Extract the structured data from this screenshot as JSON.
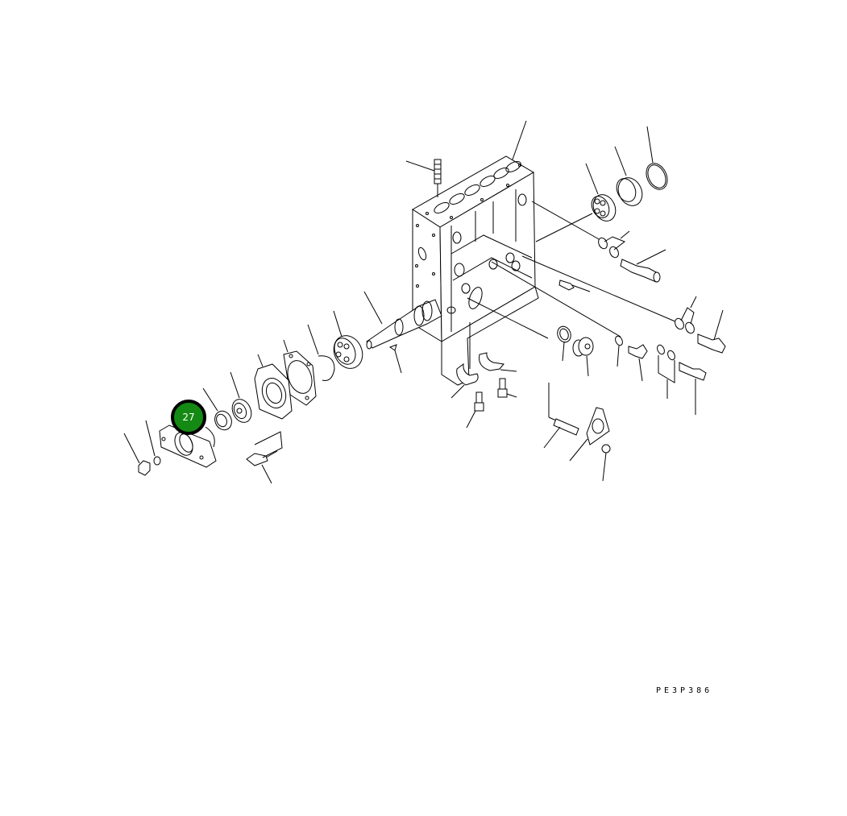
{
  "diagram": {
    "title": "Fuel injection pump exploded parts view",
    "drawing_code": "PE3P386",
    "highlighted_callout": {
      "label": "27",
      "color": "#148a14",
      "border_color": "#000000",
      "target_part": "flange-cover"
    },
    "parts": [
      {
        "name": "pump-housing"
      },
      {
        "name": "stud-bolt-top"
      },
      {
        "name": "bearing-right"
      },
      {
        "name": "bearing-race-right"
      },
      {
        "name": "o-ring-right"
      },
      {
        "name": "washer-pair-upper"
      },
      {
        "name": "banjo-bolt-upper"
      },
      {
        "name": "washer-pair-middle"
      },
      {
        "name": "banjo-bolt-right"
      },
      {
        "name": "gasket-ring"
      },
      {
        "name": "plug"
      },
      {
        "name": "washer-small"
      },
      {
        "name": "valve-screw"
      },
      {
        "name": "washer-pair-lower"
      },
      {
        "name": "hollow-bolt-lower"
      },
      {
        "name": "bracket-half-left"
      },
      {
        "name": "bracket-half-right"
      },
      {
        "name": "bolt-bracket-left"
      },
      {
        "name": "bolt-bracket-right"
      },
      {
        "name": "stud-lower"
      },
      {
        "name": "gasket-triangular"
      },
      {
        "name": "nut-lower"
      },
      {
        "name": "camshaft"
      },
      {
        "name": "woodruff-key"
      },
      {
        "name": "bearing-left"
      },
      {
        "name": "snap-ring"
      },
      {
        "name": "gasket-square"
      },
      {
        "name": "bearing-cover"
      },
      {
        "name": "ball-bearing"
      },
      {
        "name": "collar"
      },
      {
        "name": "flange-cover"
      },
      {
        "name": "washer-flange"
      },
      {
        "name": "nut-flange"
      },
      {
        "name": "bolt-cover"
      }
    ]
  }
}
